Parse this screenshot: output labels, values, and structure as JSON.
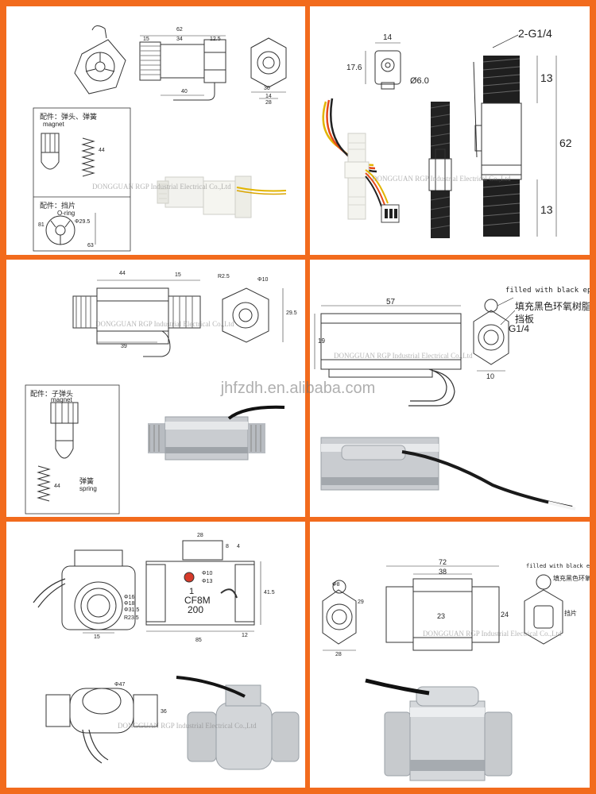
{
  "watermark": {
    "company": "DONGGUAN RGP Industrial Electrical Co.,Ltd",
    "site": "jhfzdh.en.alibaba.com"
  },
  "panel1": {
    "dims": [
      "62",
      "15",
      "34",
      "12.5",
      "40",
      "30",
      "14",
      "28",
      "44",
      "81",
      "63"
    ],
    "parts_label": "配件：弹头、弹簧",
    "parts_label_en": "magnet",
    "oring_label": "配件：挡片",
    "oring_label_en": "O-ring",
    "dia": "Φ29.5"
  },
  "panel2": {
    "thread": "2-G1/4",
    "d14": "14",
    "d17": "17.6",
    "dia": "Ø6.0",
    "d13a": "13",
    "d62": "62",
    "d13b": "13"
  },
  "panel3": {
    "d44": "44",
    "d15": "15",
    "d39": "39",
    "r": "R2.5",
    "dia": "Φ10",
    "d29": "29.5",
    "parts_label": "配件：子弹头",
    "magnet": "magnet",
    "spring_cn": "弹簧",
    "spring": "spring",
    "d44b": "44"
  },
  "panel4": {
    "epoxy_en": "filled with black epoxy",
    "epoxy_cn": "填充黑色环氧树脂",
    "baffle_cn": "挡板",
    "d57": "57",
    "d19": "19",
    "thread": "G1/4",
    "d10": "10"
  },
  "panel5": {
    "d28": "28",
    "d8": "8",
    "d4": "4",
    "d15": "15",
    "dia10": "Φ10",
    "dia13": "Φ13",
    "dia16": "Φ16",
    "dia18": "Φ18",
    "dia31": "Φ31.5",
    "r23": "R23.5",
    "cast_line1": "CF8M",
    "cast_line2": "200",
    "cast_num": "1",
    "d41": "41.5",
    "d12": "12",
    "d85": "85",
    "dia47": "Φ47",
    "d36": "36"
  },
  "panel6": {
    "d72": "72",
    "d38": "38",
    "d23": "23",
    "d24": "24",
    "dia8": "Φ8",
    "d29": "29",
    "d28": "28",
    "epoxy_en": "filled with black epoxy",
    "epoxy_cn": "填充黑色环氧树脂",
    "baffle_cn": "挡片"
  },
  "colors": {
    "frame": "#f26b1d",
    "steel": "#c9ccd0",
    "plastic": "#f2f2ee",
    "wire_yellow": "#e2b400"
  }
}
